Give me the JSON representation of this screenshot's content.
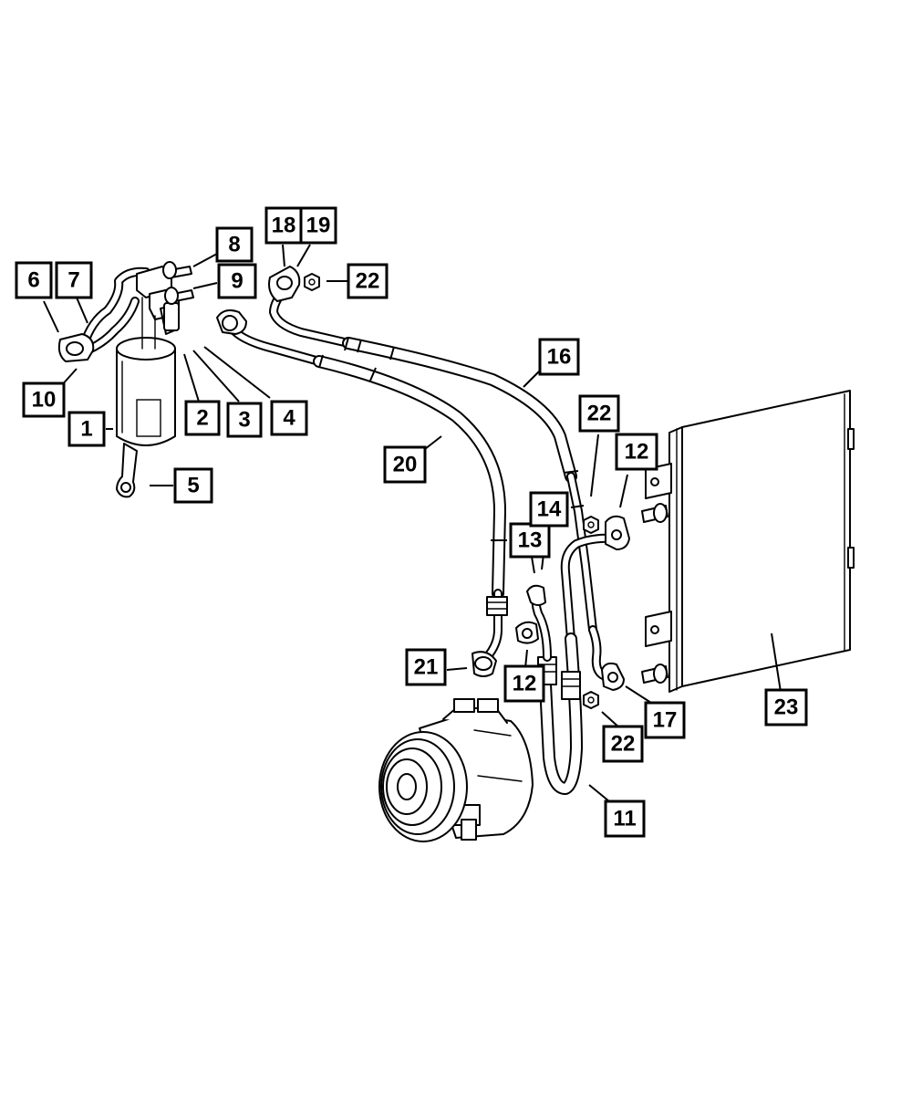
{
  "callouts": {
    "c1": "1",
    "c2": "2",
    "c3": "3",
    "c4": "4",
    "c5": "5",
    "c6": "6",
    "c7": "7",
    "c8": "8",
    "c9": "9",
    "c10": "10",
    "c11": "11",
    "c12a": "12",
    "c12b": "12",
    "c13": "13",
    "c14": "14",
    "c16": "16",
    "c17": "17",
    "c18": "18",
    "c19": "19",
    "c20": "20",
    "c21": "21",
    "c22a": "22",
    "c22b": "22",
    "c22c": "22",
    "c23": "23"
  },
  "colors": {
    "line": "#000000",
    "background": "#ffffff"
  }
}
